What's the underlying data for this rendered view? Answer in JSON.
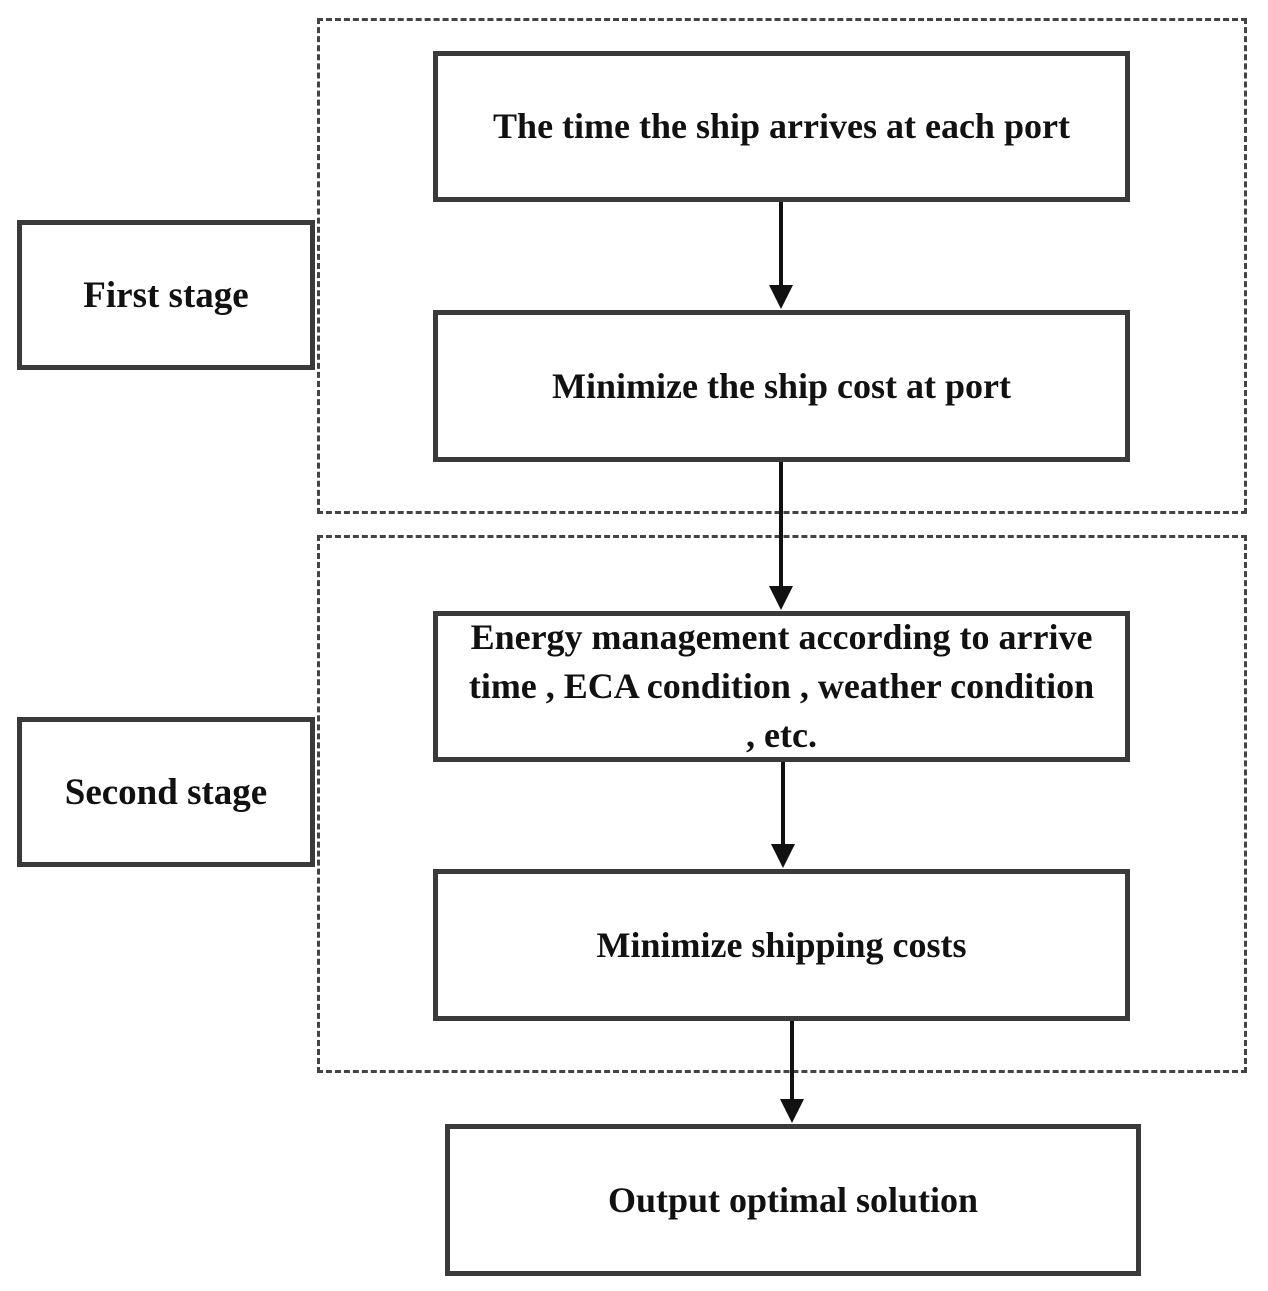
{
  "stages": {
    "first_label": "First stage",
    "second_label": "Second stage"
  },
  "steps": {
    "arrival_time": "The time the ship arrives at each port",
    "min_port_cost": "Minimize the ship cost at port",
    "energy_management": "Energy management according to arrive time , ECA condition , weather condition , etc.",
    "min_shipping_cost": "Minimize shipping costs",
    "output": "Output optimal solution"
  }
}
